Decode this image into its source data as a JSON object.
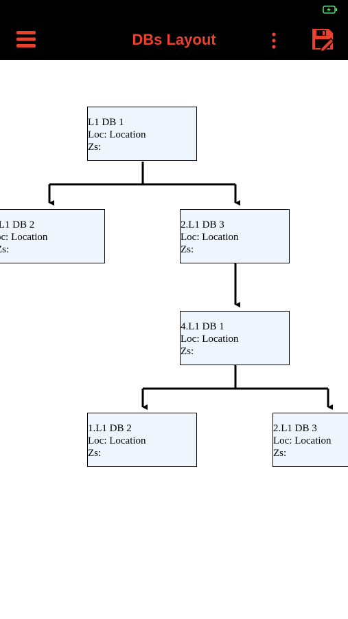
{
  "app_bar": {
    "title": "DBs Layout",
    "menu_icon": "hamburger-menu-icon",
    "more_icon": "vertical-dots-icon",
    "save_icon": "save-edit-icon",
    "accent_color": "#e8412e",
    "background_color": "#000000"
  },
  "status_bar": {
    "battery_icon": "battery-charging-icon",
    "battery_color": "#4cd964"
  },
  "diagram": {
    "nodes": [
      {
        "id": "root",
        "name": "L1 DB 1",
        "loc": "Loc: Location",
        "zs": "Zs:"
      },
      {
        "id": "left",
        "name": ".L1 DB 2",
        "loc": "oc: Location",
        "zs": "Zs:"
      },
      {
        "id": "mid",
        "name": "2.L1 DB 3",
        "loc": "Loc: Location",
        "zs": "Zs:"
      },
      {
        "id": "sub",
        "name": "4.L1 DB 1",
        "loc": "Loc: Location",
        "zs": "Zs:"
      },
      {
        "id": "subleft",
        "name": "1.L1 DB 2",
        "loc": "Loc: Location",
        "zs": "Zs:"
      },
      {
        "id": "subright",
        "name": "2.L1 DB 3",
        "loc": "Loc: Location",
        "zs": "Zs:"
      }
    ]
  }
}
